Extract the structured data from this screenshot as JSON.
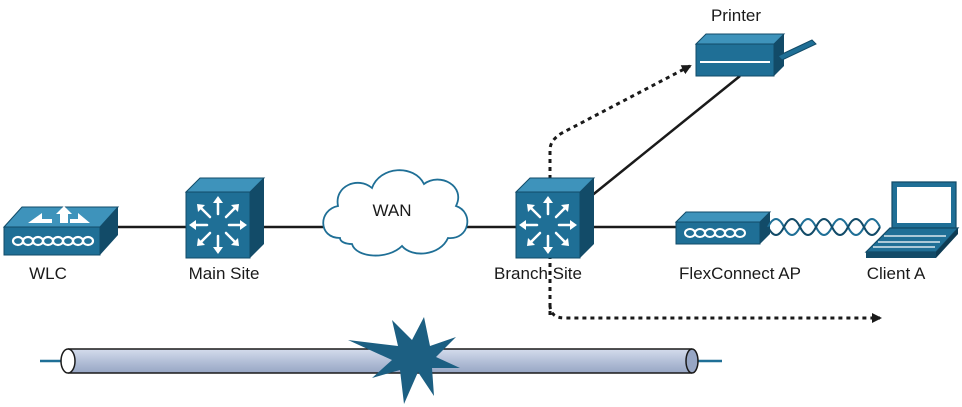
{
  "nodes": {
    "wlc": {
      "label": "WLC",
      "icon": "wireless-lan-controller-icon"
    },
    "main_site": {
      "label": "Main Site",
      "icon": "layer3-switch-icon"
    },
    "wan": {
      "label": "WAN",
      "icon": "cloud-icon"
    },
    "branch_site": {
      "label": "Branch Site",
      "icon": "layer3-switch-icon"
    },
    "printer": {
      "label": "Printer",
      "icon": "printer-icon"
    },
    "flexconnect_ap": {
      "label": "FlexConnect AP",
      "icon": "access-point-icon"
    },
    "client_a": {
      "label": "Client A",
      "icon": "laptop-icon"
    }
  },
  "colors": {
    "device_fill": "#1f6f96",
    "device_dark": "#124b68",
    "device_light": "#3e93bb",
    "tunnel_fill": "#b4c0d8",
    "burst": "#1c5f82",
    "line": "#1a1a1a"
  }
}
